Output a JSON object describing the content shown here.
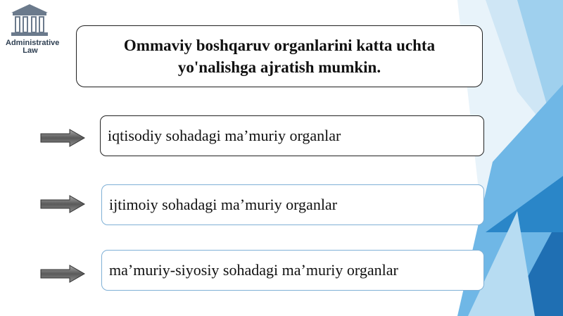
{
  "logo": {
    "line1": "Administrative",
    "line2": "Law",
    "icon": "courthouse-icon"
  },
  "title": "Ommaviy boshqaruv organlarini katta uchta yo'nalishga ajratish mumkin.",
  "items": [
    {
      "label": "iqtisodiy sohadagi ma’muriy organlar",
      "icon": "right-arrow-icon"
    },
    {
      "label": "ijtimoiy sohadagi ma’muriy organlar",
      "icon": "right-arrow-icon"
    },
    {
      "label": "ma’muriy-siyosiy sohadagi ma’muriy organlar",
      "icon": "right-arrow-icon"
    }
  ],
  "colors": {
    "accent_light": "#cfe6f5",
    "accent_mid": "#6fb7e6",
    "accent_dark": "#1f6fb3",
    "item_border": "#7fb0d6"
  }
}
